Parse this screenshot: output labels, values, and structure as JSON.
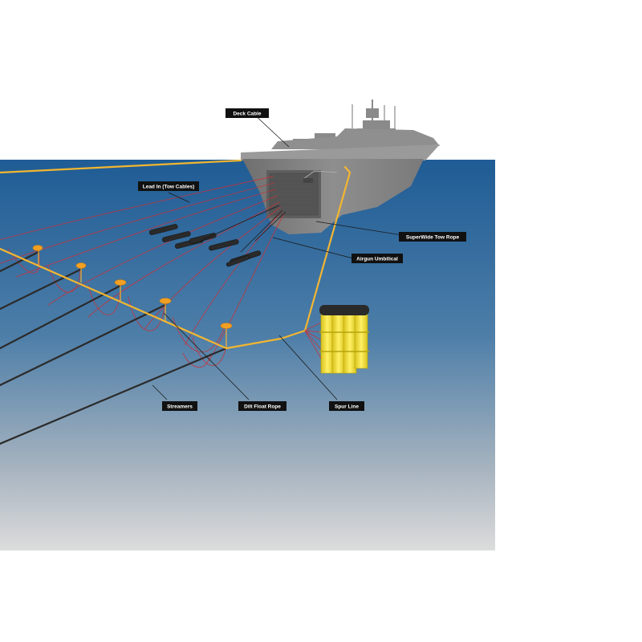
{
  "callouts": {
    "deck_cable": "Deck Cable",
    "lead_in": "Lead In (Tow Cables)",
    "superwide_tow_rope": "SuperWide Tow Rope",
    "airgun_umbilical": "Airgun Umbilical",
    "streamers": "Streamers",
    "dilt_float_rope": "Dilt Float Rope",
    "spur_line": "Spur Line"
  },
  "colors": {
    "sea_top": "#1f5c95",
    "sea_bottom": "#d7d7d7",
    "tow_rope": "#f2b631",
    "tow_cable": "#c8323a",
    "streamer": "#2b2b2b",
    "ship": "#8c8c8c",
    "float": "#f2a024",
    "deflector": "#f5e421"
  },
  "icons": {
    "vessel": "seismic-survey-vessel-icon",
    "float": "tail-buoy-float-icon",
    "airgun": "airgun-array-icon",
    "deflector": "paravane-deflector-icon"
  }
}
